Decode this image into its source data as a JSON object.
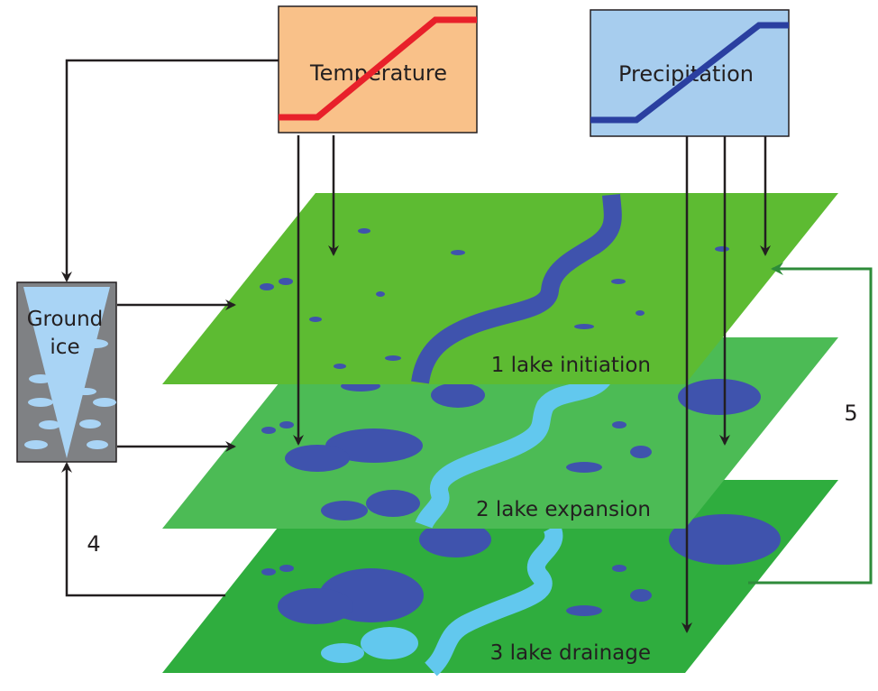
{
  "boxes": {
    "temperature": {
      "label": "Temperature",
      "fill": "#f9c189",
      "line_color": "#e8202a"
    },
    "precipitation": {
      "label": "Precipitation",
      "fill": "#a7cdee",
      "line_color": "#2a3fa0"
    },
    "ground_ice": {
      "label_line1": "Ground",
      "label_line2": "ice",
      "fill": "#7f8184",
      "ice_color": "#a9d4f5"
    }
  },
  "layers": [
    {
      "label": "1 lake initiation",
      "fill": "#5dbb32"
    },
    {
      "label": "2 lake expansion",
      "fill": "#4cbb55"
    },
    {
      "label": "3 lake drainage",
      "fill": "#2fad3e"
    }
  ],
  "feedback_labels": {
    "four": "4",
    "five": "5"
  },
  "colors": {
    "lake": "#3f53ad",
    "river_layer1": "#3f53ad",
    "river_drained": "#62c8ee",
    "arrow": "#231f20",
    "feedback_arrow": "#2e8b3a"
  }
}
